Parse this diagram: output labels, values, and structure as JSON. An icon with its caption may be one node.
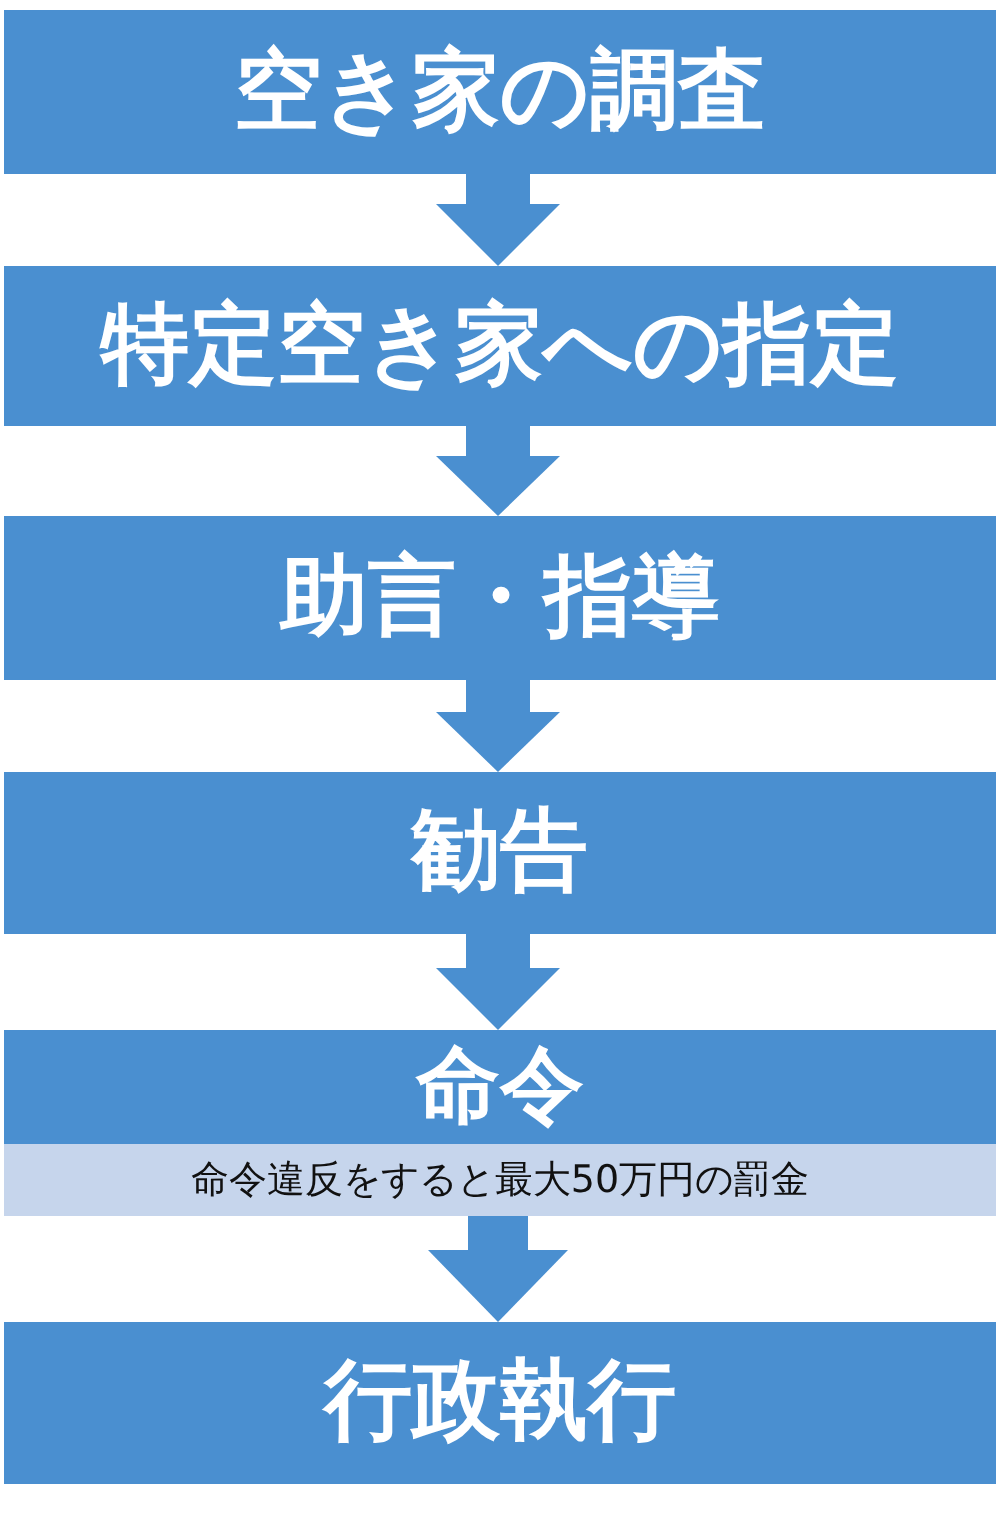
{
  "diagram": {
    "nodes": [
      {
        "text": [
          "空き家の調査"
        ]
      },
      {
        "text": [
          "特定空き家への指定"
        ]
      },
      {
        "text": [
          "助言・指導"
        ]
      },
      {
        "text": [
          "勧告"
        ]
      },
      {
        "text": [
          "命令"
        ]
      },
      {
        "text": [
          "命令違反をすると最大50万円の罰金"
        ]
      },
      {
        "text": [
          "行政執行"
        ]
      }
    ],
    "edges": [
      {
        "from": 0,
        "to": 1,
        "arrow": "to"
      },
      {
        "from": 1,
        "to": 2,
        "arrow": "to"
      },
      {
        "from": 2,
        "to": 3,
        "arrow": "to"
      },
      {
        "from": 3,
        "to": 4,
        "arrow": "to"
      },
      {
        "from": 5,
        "to": 6,
        "arrow": "to"
      }
    ]
  }
}
